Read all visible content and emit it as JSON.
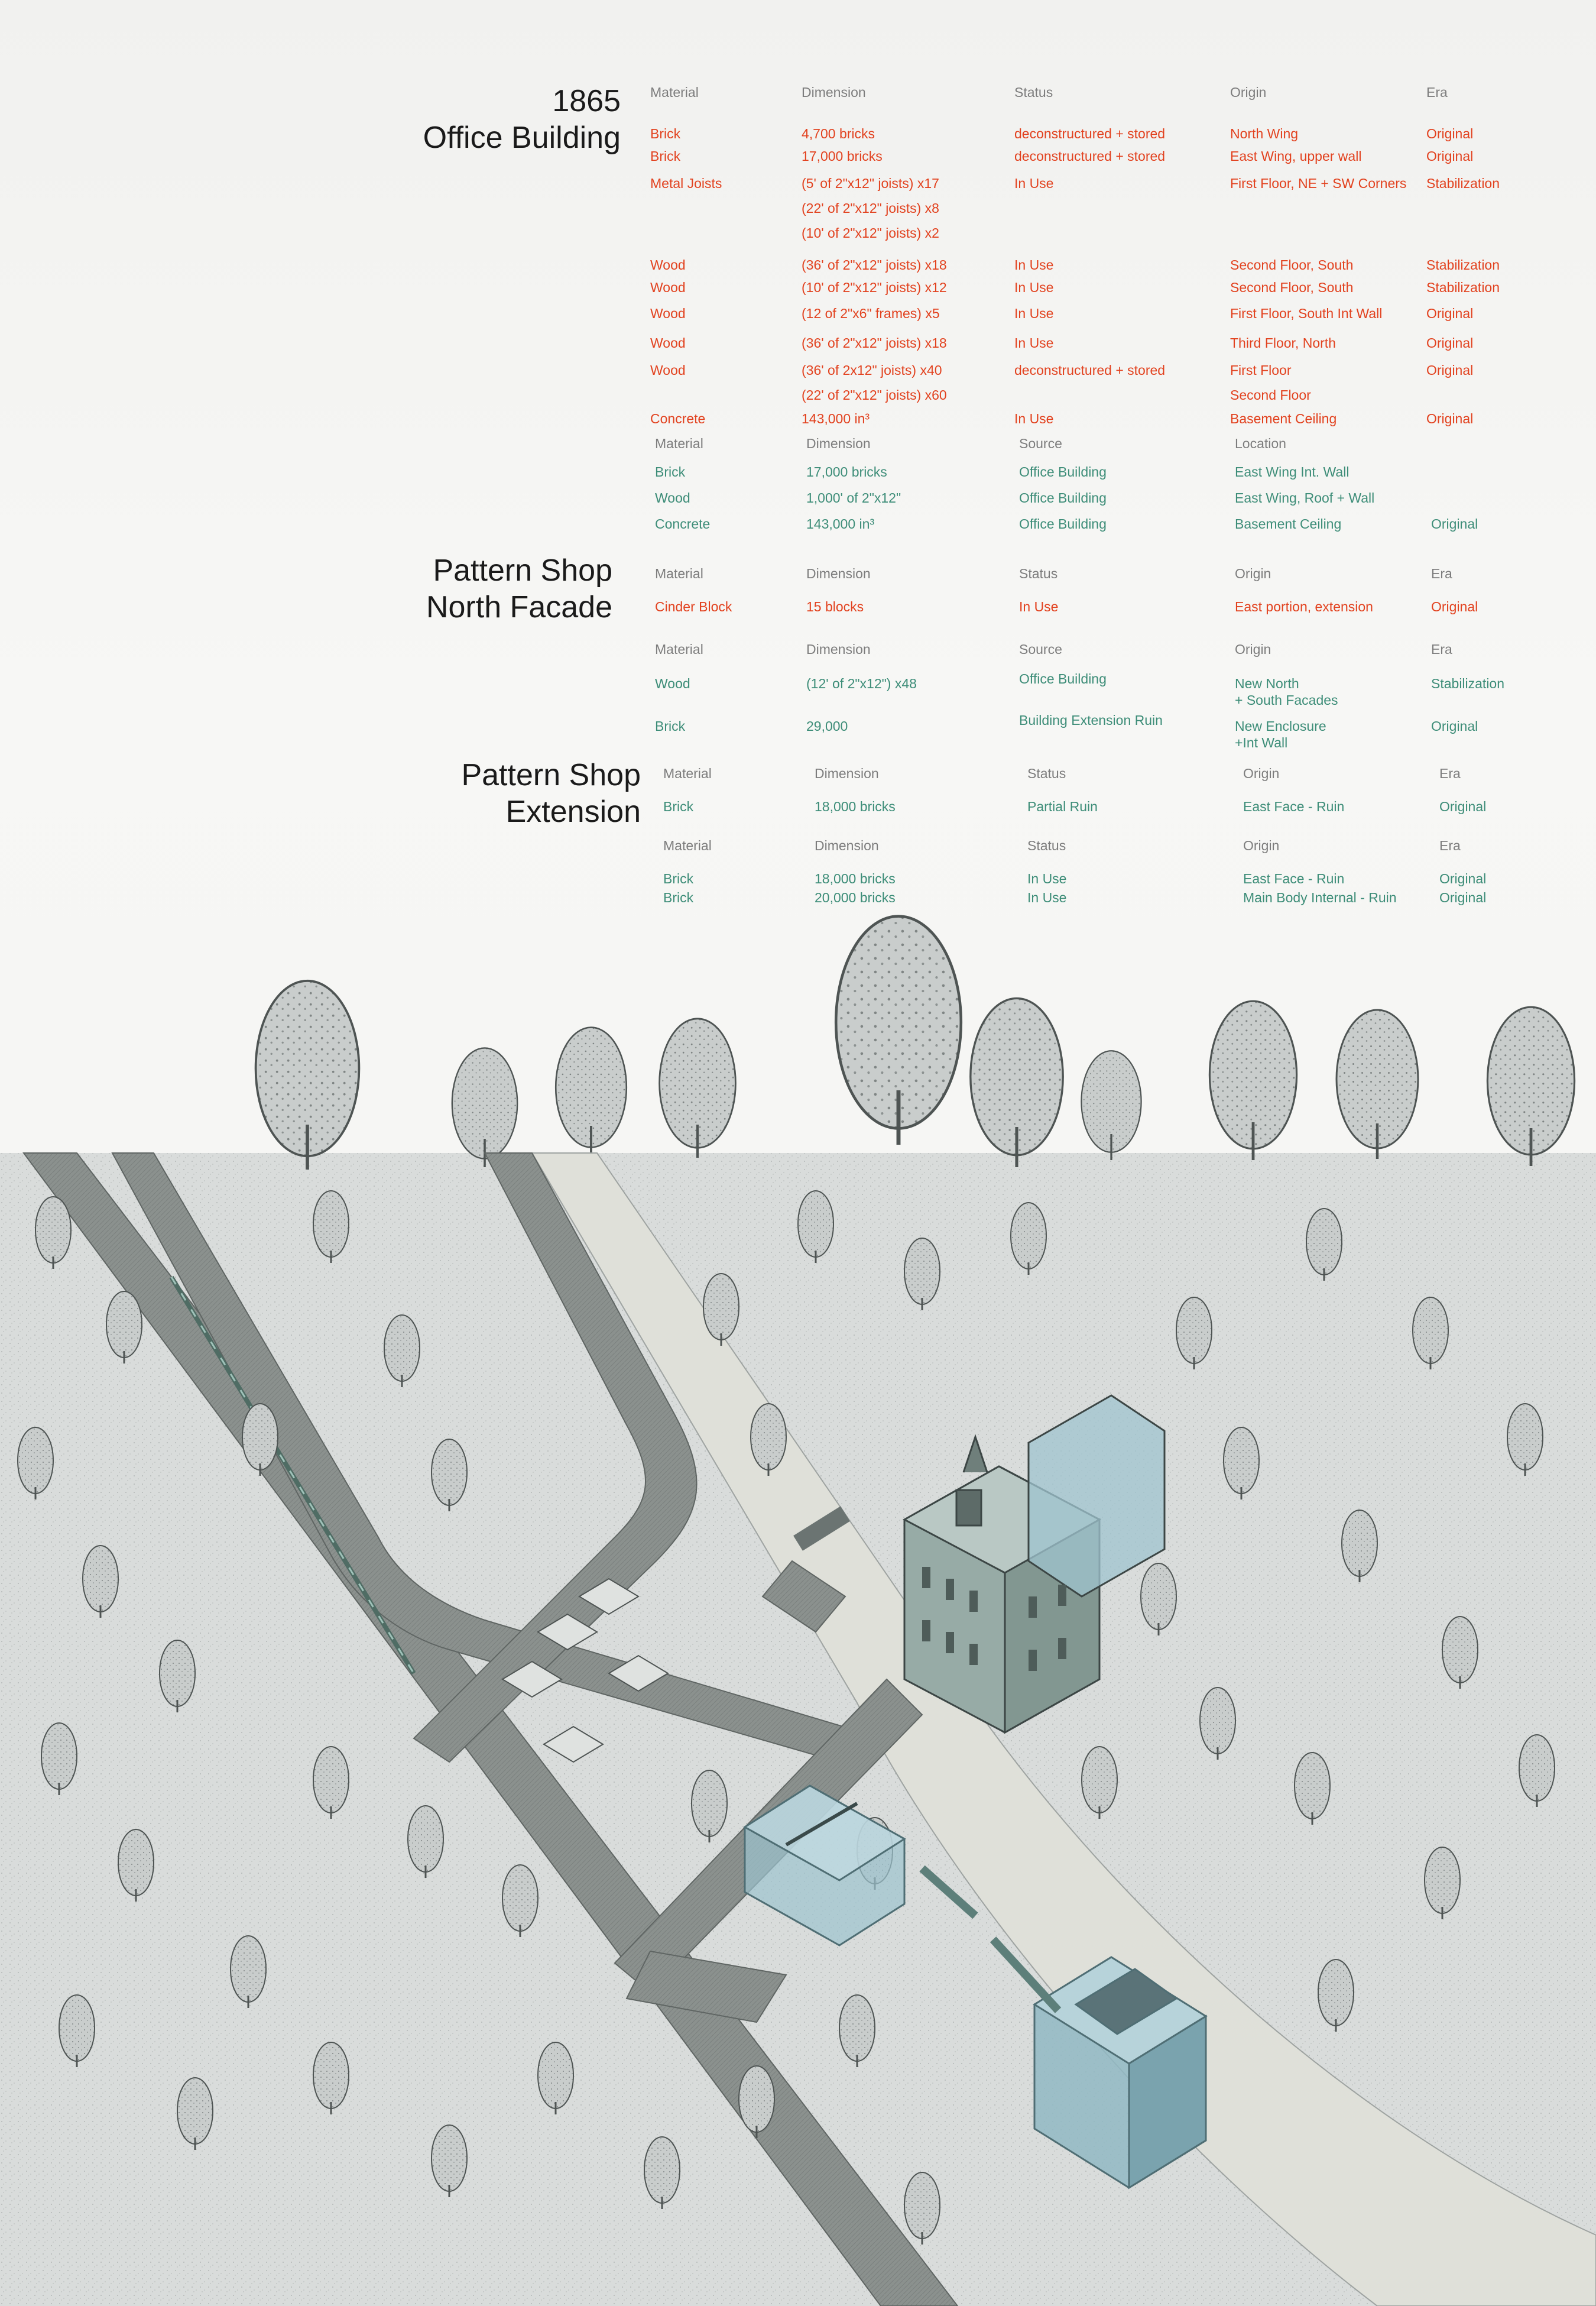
{
  "colors": {
    "red": "#e2421f",
    "green": "#3d8d78",
    "header": "#7d7d7d",
    "title": "#1a1a1a"
  },
  "sections": [
    {
      "id": "office",
      "title_lines": [
        "1865",
        "Office Building"
      ],
      "tables": [
        {
          "color": "red",
          "headers": [
            "Material",
            "Dimension",
            "Status",
            "Origin",
            "Era"
          ],
          "rows": [
            [
              "Brick",
              "4,700 bricks",
              "deconstructured + stored",
              "North Wing",
              "Original"
            ],
            [
              "Brick",
              "17,000 bricks",
              "deconstructured + stored",
              "East Wing, upper wall",
              "Original"
            ],
            [
              "Metal Joists",
              "(5' of 2\"x12\" joists) x17",
              "In Use",
              "First Floor, NE + SW Corners",
              "Stabilization"
            ],
            [
              "",
              "(22' of 2\"x12\" joists) x8",
              "",
              "",
              ""
            ],
            [
              "",
              "(10' of 2\"x12\" joists) x2",
              "",
              "",
              ""
            ],
            [
              "Wood",
              "(36' of 2\"x12\" joists) x18",
              "In Use",
              "Second Floor, South",
              "Stabilization"
            ],
            [
              "Wood",
              "(10' of 2\"x12\" joists) x12",
              "In Use",
              "Second Floor, South",
              "Stabilization"
            ],
            [
              "Wood",
              "(12 of 2\"x6\" frames) x5",
              "In Use",
              "First Floor, South Int Wall",
              "Original"
            ],
            [
              "Wood",
              "(36' of 2\"x12\" joists) x18",
              "In Use",
              "Third Floor, North",
              "Original"
            ],
            [
              "Wood",
              "(36' of 2x12\" joists) x40",
              "deconstructured + stored",
              "First Floor",
              "Original"
            ],
            [
              "",
              "(22' of 2\"x12\" joists) x60",
              "",
              "Second Floor",
              ""
            ],
            [
              "Concrete",
              "143,000 in³",
              "In Use",
              "Basement Ceiling",
              "Original"
            ]
          ]
        },
        {
          "color": "green",
          "headers": [
            "Material",
            "Dimension",
            "Source",
            "Location",
            ""
          ],
          "rows": [
            [
              "Brick",
              "17,000 bricks",
              "Office Building",
              "East Wing Int. Wall",
              ""
            ],
            [
              "Wood",
              "1,000' of 2\"x12\"",
              "Office Building",
              "East Wing, Roof + Wall",
              ""
            ],
            [
              "Concrete",
              "143,000 in³",
              "Office Building",
              "Basement Ceiling",
              "Original"
            ]
          ]
        }
      ]
    },
    {
      "id": "north",
      "title_lines": [
        "Pattern Shop",
        "North Facade"
      ],
      "tables": [
        {
          "color": "red",
          "headers": [
            "Material",
            "Dimension",
            "Status",
            "Origin",
            "Era"
          ],
          "rows": [
            [
              "Cinder Block",
              "15 blocks",
              "In Use",
              "East portion, extension",
              "Original"
            ]
          ]
        },
        {
          "color": "green",
          "headers": [
            "Material",
            "Dimension",
            "Source",
            "Origin",
            "Era"
          ],
          "rows": [
            [
              "Wood",
              "(12' of 2\"x12\") x48",
              "Office Building",
              "New North",
              "Stabilization"
            ],
            [
              "",
              "",
              "",
              "+ South Facades",
              ""
            ],
            [
              "Brick",
              "29,000",
              "Building Extension Ruin",
              "New Enclosure",
              "Original"
            ],
            [
              "",
              "",
              "",
              "+Int Wall",
              ""
            ]
          ]
        }
      ]
    },
    {
      "id": "ext",
      "title_lines": [
        "Pattern Shop",
        "Extension"
      ],
      "tables": [
        {
          "color": "green",
          "headers": [
            "Material",
            "Dimension",
            "Status",
            "Origin",
            "Era"
          ],
          "rows": [
            [
              "Brick",
              "18,000 bricks",
              "Partial Ruin",
              "East Face - Ruin",
              "Original"
            ]
          ]
        },
        {
          "color": "green",
          "headers": [
            "Material",
            "Dimension",
            "Status",
            "Origin",
            "Era"
          ],
          "rows": [
            [
              "Brick",
              "18,000 bricks",
              "In Use",
              "East Face - Ruin",
              "Original"
            ],
            [
              "Brick",
              "20,000 bricks",
              "In Use",
              "Main Body Internal - Ruin",
              "Original"
            ]
          ]
        }
      ]
    }
  ]
}
